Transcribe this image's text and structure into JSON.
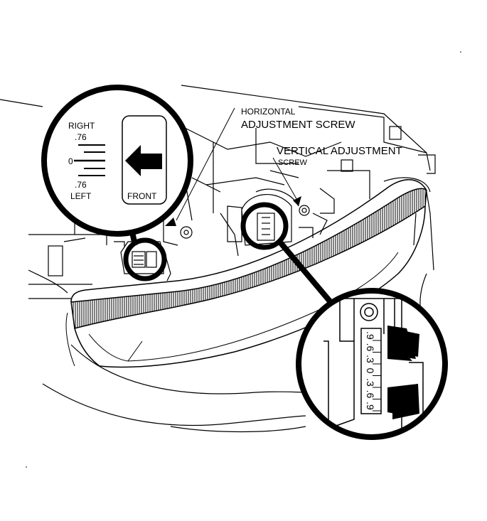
{
  "callouts": {
    "horizontal_line1": "HORIZONTAL",
    "horizontal_line2": "ADJUSTMENT SCREW",
    "vertical_line1": "VERTICAL ADJUSTMENT",
    "vertical_line2": "SCREW"
  },
  "horizontal_gauge": {
    "right_label": "RIGHT",
    "top_value": ".76",
    "zero_value": "0",
    "bottom_value": ".76",
    "left_label": "LEFT",
    "front_label": "FRONT"
  },
  "vertical_gauge": {
    "scale_values": [
      ".9",
      ".6",
      ".3",
      "0",
      ".3",
      ".6",
      ".9"
    ]
  }
}
